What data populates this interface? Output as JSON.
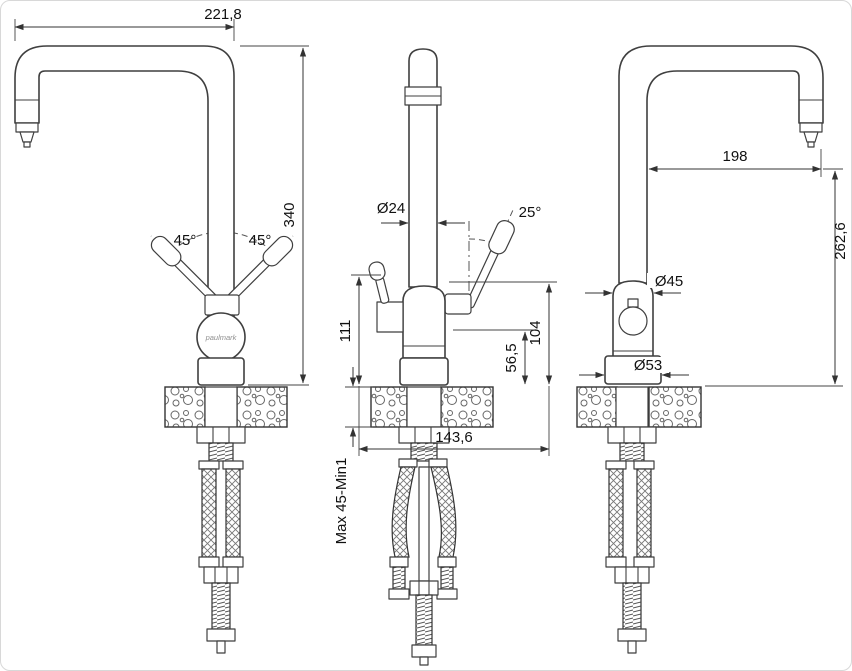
{
  "brand": "paulmark",
  "views": {
    "left": {
      "name": "side view (spout left)",
      "width_top": "221,8",
      "height": "340",
      "handle_angle_left": "45°",
      "handle_angle_right": "45°"
    },
    "middle": {
      "name": "front view",
      "spout_diameter": "Ø24",
      "handle_angle": "25°",
      "lever_height": "111",
      "body_height": "104",
      "outlet_height": "56,5",
      "spread_width": "143,6",
      "mounting_thickness": "Max 45-Min1"
    },
    "right": {
      "name": "side view (spout right)",
      "reach": "198",
      "outlet_height": "262,6",
      "body_diameter": "Ø45",
      "base_diameter": "Ø53"
    }
  },
  "colors": {
    "line": "#3f3f3f",
    "dimension": "#333333",
    "text": "#111111",
    "background": "#ffffff"
  }
}
